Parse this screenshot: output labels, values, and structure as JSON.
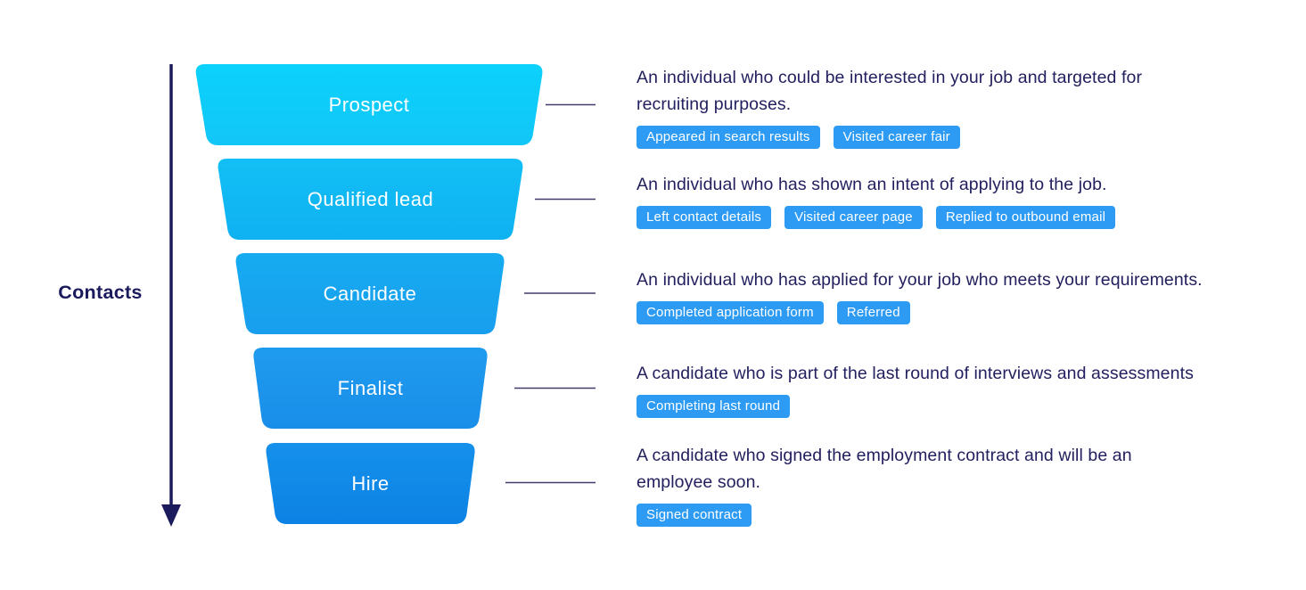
{
  "axis": {
    "label": "Contacts"
  },
  "funnel": {
    "stages": [
      {
        "label": "Prospect",
        "description": "An individual who could be interested in your job and targeted for\nrecruiting purposes.",
        "tags": [
          "Appeared in search results",
          "Visited career fair"
        ]
      },
      {
        "label": "Qualified lead",
        "description": "An individual who has shown an intent of applying to the job.",
        "tags": [
          "Left contact details",
          "Visited career page",
          "Replied to outbound email"
        ]
      },
      {
        "label": "Candidate",
        "description": "An individual who has applied for your job who meets your requirements.",
        "tags": [
          "Completed application form",
          "Referred"
        ]
      },
      {
        "label": "Finalist",
        "description": "A candidate who is part of the last round of interviews and assessments",
        "tags": [
          "Completing last round"
        ]
      },
      {
        "label": "Hire",
        "description": "A candidate who signed the employment contract and will be an\nemployee soon.",
        "tags": [
          "Signed contract"
        ]
      }
    ]
  },
  "colors": {
    "navy": "#1B1A5C",
    "text_navy": "#23205F",
    "connector": "#403C6B",
    "tag_bg": "#2D9BF4",
    "stage_gradients": [
      {
        "top": "#0BD2FC",
        "bottom": "#12C6F7"
      },
      {
        "top": "#12BFF5",
        "bottom": "#0FB1F1"
      },
      {
        "top": "#16ABF1",
        "bottom": "#189EED"
      },
      {
        "top": "#1F9BEE",
        "bottom": "#198EE9"
      },
      {
        "top": "#1590EB",
        "bottom": "#0C82E4"
      }
    ]
  }
}
